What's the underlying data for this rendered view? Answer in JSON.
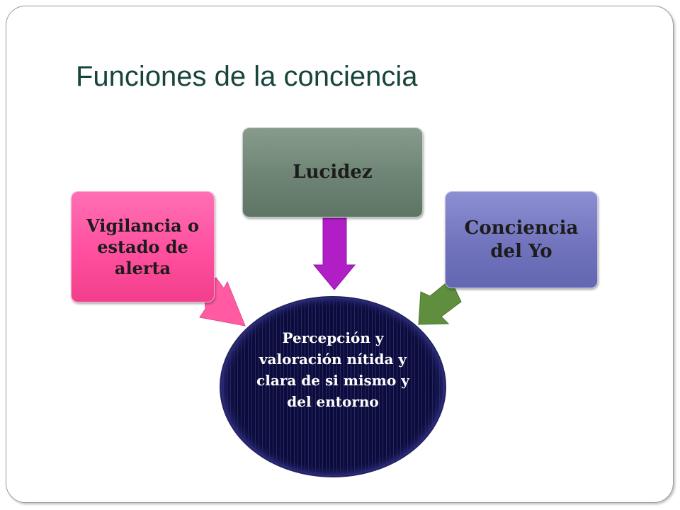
{
  "slide": {
    "title": "Funciones de la conciencia"
  },
  "diagram": {
    "center": {
      "text": "Percepción y valoración nítida y clara de si mismo y del entorno",
      "color": "#0c0c3c"
    },
    "nodes": [
      {
        "id": "left",
        "text": "Vigilancia o estado de alerta",
        "color": "#ff4f9e",
        "arrow_color": "#ff5aa2"
      },
      {
        "id": "center",
        "text": "Lucidez",
        "color": "#6f8676",
        "arrow_color": "#b11ec6"
      },
      {
        "id": "right",
        "text": "Conciencia del Yo",
        "color": "#7174bd",
        "arrow_color": "#5f8f3e"
      }
    ]
  }
}
